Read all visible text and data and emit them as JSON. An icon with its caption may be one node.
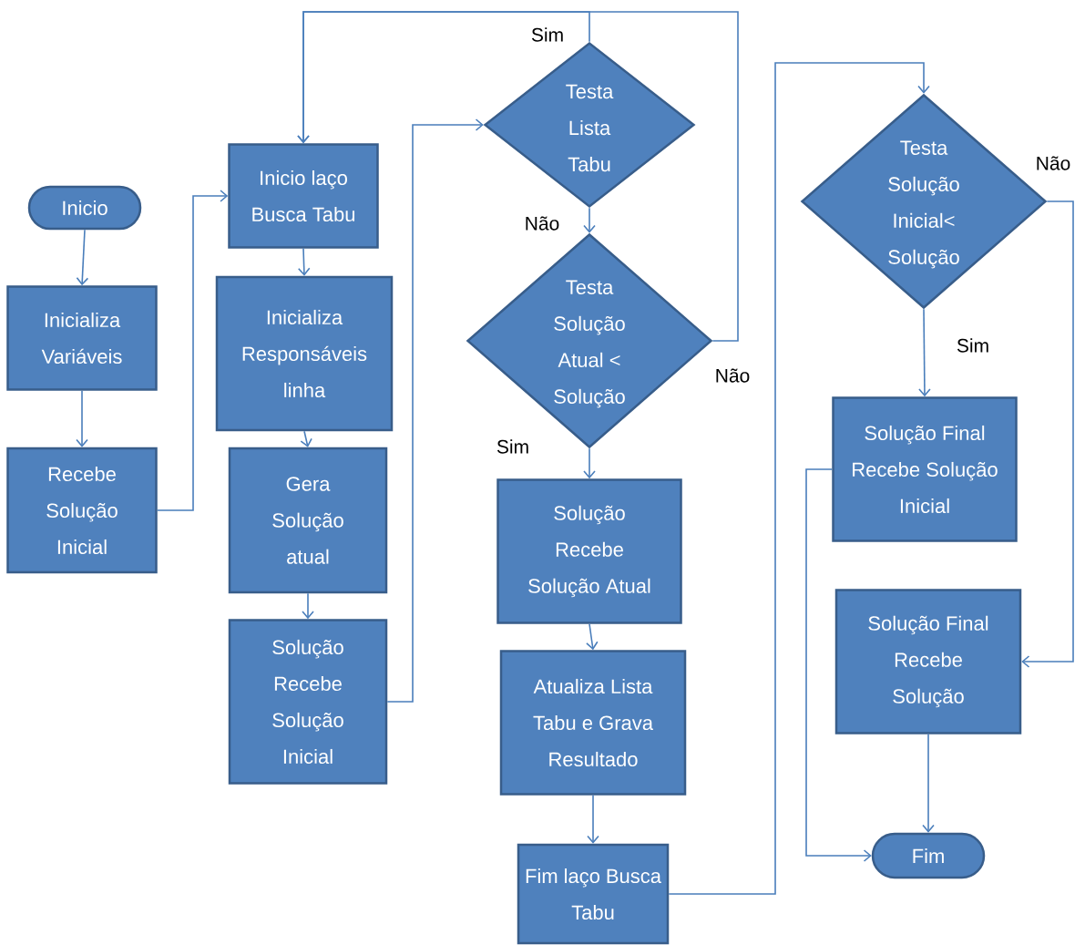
{
  "diagram": {
    "nodes": [
      {
        "text": [
          "Inicio"
        ]
      },
      {
        "text": [
          "Inicializa Variáveis"
        ]
      },
      {
        "text": [
          "Recebe Solução Inicial"
        ]
      },
      {
        "text": [
          "Inicio laço Busca Tabu"
        ]
      },
      {
        "text": [
          "Inicializa Responsáveis linha"
        ]
      },
      {
        "text": [
          "Gera Solução atual"
        ]
      },
      {
        "text": [
          "Solução Recebe Solução Inicial"
        ]
      },
      {
        "text": [
          "Testa Lista Tabu"
        ]
      },
      {
        "text": [
          "Testa Solução Atual < Solução"
        ]
      },
      {
        "text": [
          "Solução Recebe Solução Atual"
        ]
      },
      {
        "text": [
          "Atualiza Lista Tabu e Grava Resultado"
        ]
      },
      {
        "text": [
          "Fim laço Busca Tabu"
        ]
      },
      {
        "text": [
          "Testa Solução Inicial< Solução"
        ]
      },
      {
        "text": [
          "Solução Final Recebe Solução Inicial"
        ]
      },
      {
        "text": [
          "Solução Final Recebe Solução"
        ]
      },
      {
        "text": [
          "Fim"
        ]
      }
    ],
    "edges": [
      {
        "from": 0,
        "to": 1,
        "arrow": "to"
      },
      {
        "from": 1,
        "to": 2,
        "arrow": "to"
      },
      {
        "from": 2,
        "to": 3,
        "arrow": "to"
      },
      {
        "from": 3,
        "to": 4,
        "arrow": "to"
      },
      {
        "from": 4,
        "to": 5,
        "arrow": "to"
      },
      {
        "from": 5,
        "to": 6,
        "arrow": "to"
      },
      {
        "from": 6,
        "to": 7,
        "arrow": "to"
      },
      {
        "from": 7,
        "to": 3,
        "arrow": "to",
        "label": "Sim"
      },
      {
        "from": 7,
        "to": 8,
        "arrow": "to",
        "label": "Não"
      },
      {
        "from": 8,
        "to": 3,
        "arrow": "to",
        "label": "Não"
      },
      {
        "from": 8,
        "to": 9,
        "arrow": "to",
        "label": "Sim"
      },
      {
        "from": 9,
        "to": 10,
        "arrow": "to"
      },
      {
        "from": 10,
        "to": 11,
        "arrow": "to"
      },
      {
        "from": 11,
        "to": 12,
        "arrow": "to"
      },
      {
        "from": 12,
        "to": 13,
        "arrow": "to",
        "label": "Sim"
      },
      {
        "from": 12,
        "to": 14,
        "arrow": "to",
        "label": "Não"
      },
      {
        "from": 13,
        "to": 15,
        "arrow": "to"
      },
      {
        "from": 14,
        "to": 15,
        "arrow": "to"
      }
    ]
  }
}
